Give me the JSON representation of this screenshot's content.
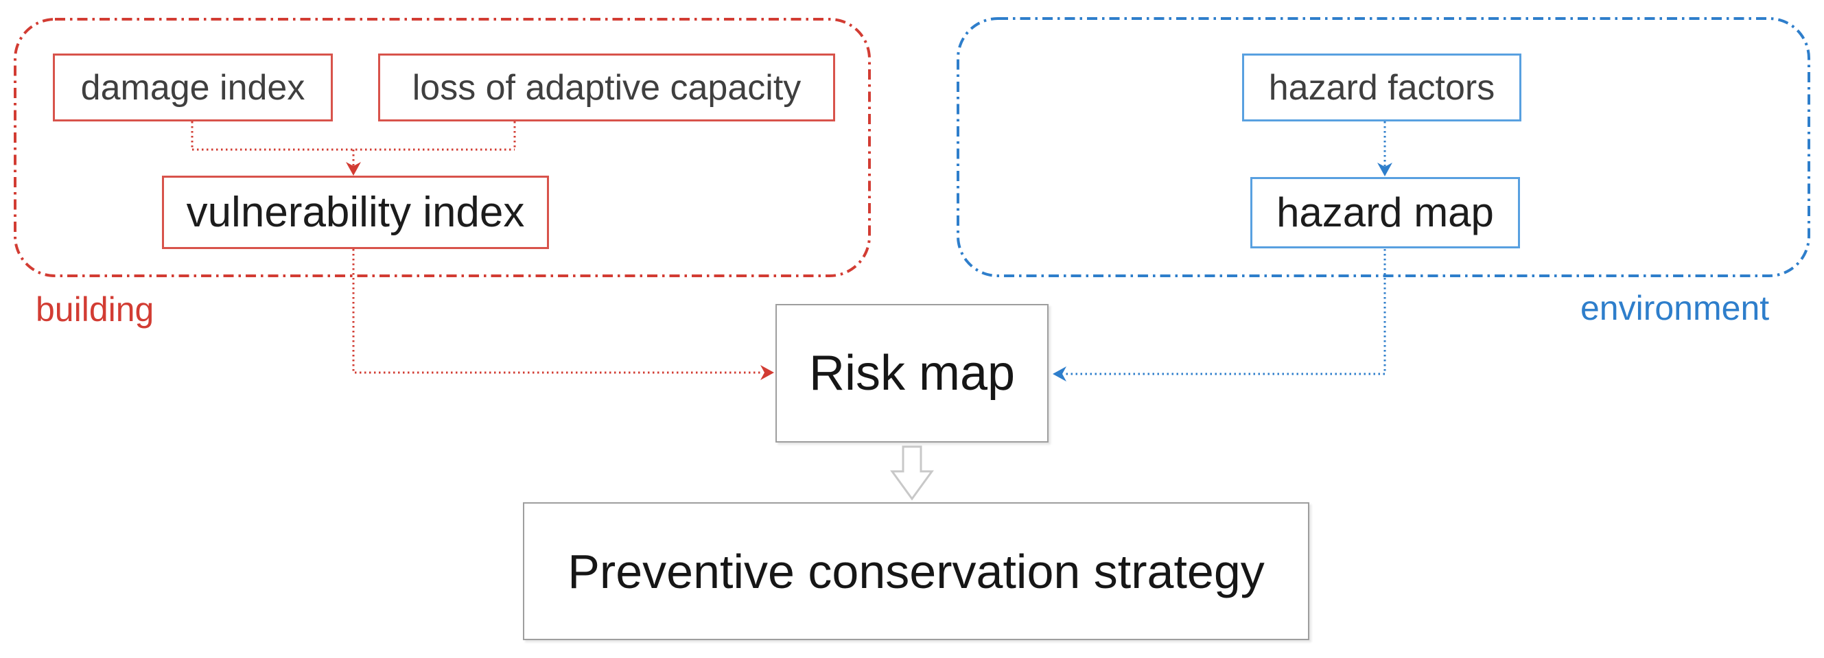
{
  "groups": {
    "building": {
      "label": "building"
    },
    "environment": {
      "label": "environment"
    }
  },
  "nodes": {
    "damage_index": {
      "label": "damage index",
      "group": "building"
    },
    "loss_of_adaptive_capacity": {
      "label": "loss of adaptive capacity",
      "group": "building"
    },
    "vulnerability_index": {
      "label": "vulnerability index",
      "group": "building"
    },
    "hazard_factors": {
      "label": "hazard factors",
      "group": "environment"
    },
    "hazard_map": {
      "label": "hazard map",
      "group": "environment"
    },
    "risk_map": {
      "label": "Risk map"
    },
    "preventive_strategy": {
      "label": "Preventive conservation strategy"
    }
  },
  "edges": [
    {
      "from": "damage index",
      "to": "vulnerability index",
      "style": "dotted-red-arrow"
    },
    {
      "from": "loss of adaptive capacity",
      "to": "vulnerability index",
      "style": "dotted-red-arrow"
    },
    {
      "from": "vulnerability index",
      "to": "Risk map",
      "style": "dotted-red-arrow"
    },
    {
      "from": "hazard factors",
      "to": "hazard map",
      "style": "dotted-blue-arrow"
    },
    {
      "from": "hazard map",
      "to": "Risk map",
      "style": "dotted-blue-arrow"
    },
    {
      "from": "Risk map",
      "to": "Preventive conservation strategy",
      "style": "hollow-block-arrow"
    }
  ],
  "colors": {
    "building_red": "#d23c33",
    "building_box_red": "#d8534b",
    "environment_blue": "#2e7ecb",
    "environment_box_blue": "#58a0e0",
    "neutral_border_gray": "#9e9e9e",
    "node_text_dark": "#3f3f3f",
    "title_text_black": "#161616"
  }
}
